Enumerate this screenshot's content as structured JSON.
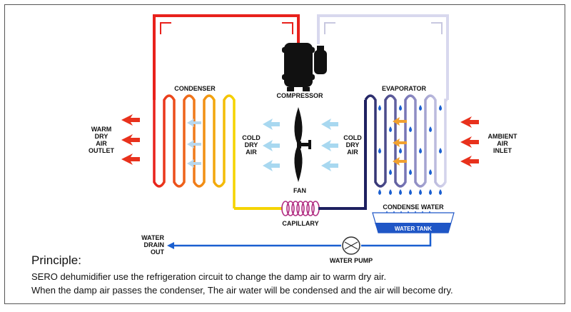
{
  "labels": {
    "condenser": "CONDENSER",
    "compressor": "COMPRESSOR",
    "evaporator": "EVAPORATOR",
    "fan": "FAN",
    "capillary": "CAPILLARY",
    "condense_water": "CONDENSE WATER",
    "water_tank": "WATER TANK",
    "water_pump": "WATER PUMP",
    "warm_dry_air_outlet": [
      "WARM",
      "DRY",
      "AIR",
      "OUTLET"
    ],
    "cold_dry_air_left": [
      "COLD",
      "DRY",
      "AIR"
    ],
    "cold_dry_air_right": [
      "COLD",
      "DRY",
      "AIR"
    ],
    "ambient_air_inlet": [
      "AMBIENT",
      "AIR",
      "INLET"
    ],
    "water_drain_out": [
      "WATER",
      "DRAIN",
      "OUT"
    ]
  },
  "principle": {
    "title": "Principle:",
    "line1": "SERO dehumidifier use the refrigeration circuit to change the damp air to warm dry air.",
    "line2": "When the damp air passes the condenser, The air water will be condensed and the air will become dry."
  },
  "colors": {
    "hot_pipe": "#e8211c",
    "warm_pipe": "#f5d400",
    "cold_pipe": "#1e2060",
    "suction_pipe": "#d8d8ee",
    "warm_arrow": "#e8311c",
    "cold_arrow": "#a8d8f0",
    "water_line": "#1a5fd0",
    "droplet": "#1a5fd0",
    "tank": "#1f56c6"
  }
}
